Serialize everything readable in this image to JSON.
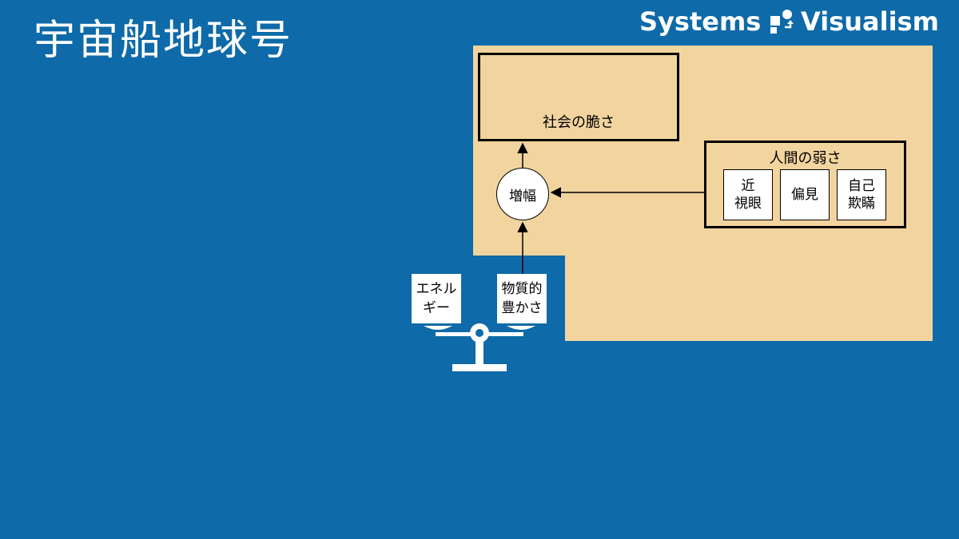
{
  "title": "宇宙船地球号",
  "brand": {
    "left": "Systems",
    "right": "Visualism",
    "icon": "systems-visualism-logo-icon"
  },
  "colors": {
    "background": "#0e6aa8",
    "panel": "#f2d49f",
    "white": "#ffffff",
    "stroke": "#000000"
  },
  "diagram": {
    "fragility": "社会の脆さ",
    "amplification": "増幅",
    "human_weakness": {
      "label": "人間の弱さ",
      "items": [
        "近\n視眼",
        "偏見",
        "自己\n欺瞞"
      ]
    },
    "scale": {
      "left_pan": "エネル\nギー",
      "right_pan": "物質的\n豊かさ",
      "icon": "balance-scale-icon"
    }
  }
}
